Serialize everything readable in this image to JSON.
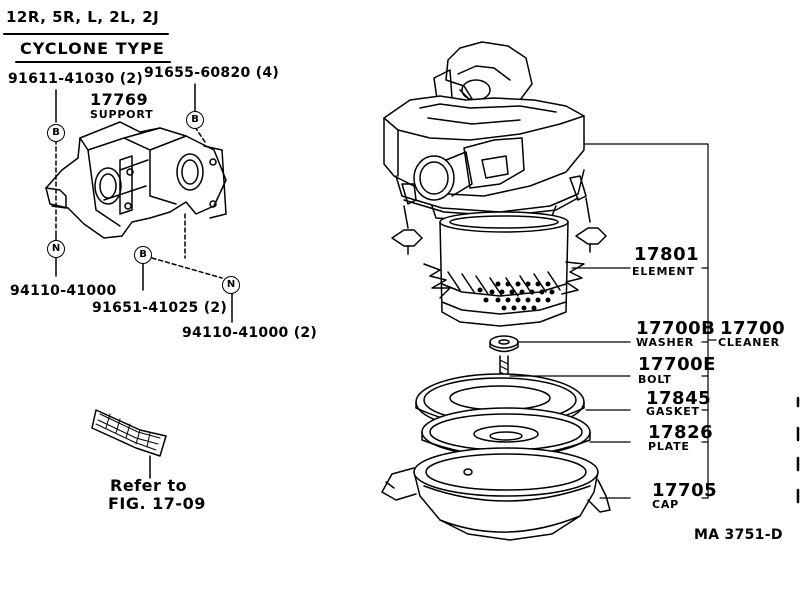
{
  "header": {
    "models": "12R, 5R, L, 2L, 2J",
    "type": "CYCLONE TYPE"
  },
  "bracket_parts": {
    "bolt_a": "91611-41030 (2)",
    "bolt_b": "91655-60820 (4)",
    "support_number": "17769",
    "support_name": "SUPPORT",
    "nut_a": "94110-41000",
    "bolt_c": "91651-41025 (2)",
    "nut_b": "94110-41000 (2)",
    "marker_b": "B",
    "marker_n": "N"
  },
  "cleaner_parts": [
    {
      "number": "17801",
      "name": "ELEMENT"
    },
    {
      "number": "17700B",
      "name": "WASHER"
    },
    {
      "number": "17700E",
      "name": "BOLT"
    },
    {
      "number": "17845",
      "name": "GASKET"
    },
    {
      "number": "17826",
      "name": "PLATE"
    },
    {
      "number": "17705",
      "name": "CAP"
    }
  ],
  "assembly": {
    "number": "17700",
    "name": "CLEANER"
  },
  "reference": {
    "line1": "Refer to",
    "line2": "FIG. 17-09"
  },
  "figure_code": "MA  3751-D"
}
